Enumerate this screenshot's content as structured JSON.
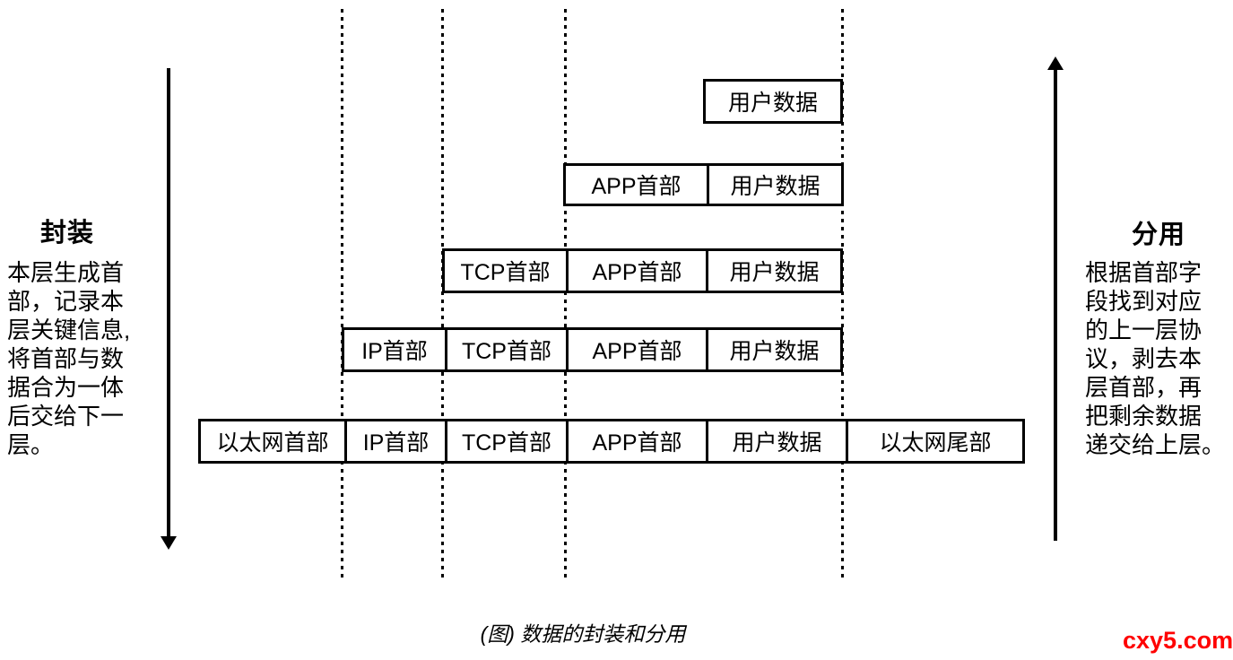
{
  "left_panel": {
    "title": "封装",
    "description": "本层生成首\n部，记录本\n层关键信息,\n将首部与数\n据合为一体\n后交给下一\n层。"
  },
  "right_panel": {
    "title": "分用",
    "description": "根据首部字\n段找到对应\n的上一层协\n议，剥去本\n层首部，再\n把剩余数据\n递交给上层。"
  },
  "layers": {
    "rows": [
      {
        "cells": [
          {
            "label": "用户数据"
          }
        ]
      },
      {
        "cells": [
          {
            "label": "APP首部"
          },
          {
            "label": "用户数据"
          }
        ]
      },
      {
        "cells": [
          {
            "label": "TCP首部"
          },
          {
            "label": "APP首部"
          },
          {
            "label": "用户数据"
          }
        ]
      },
      {
        "cells": [
          {
            "label": "IP首部"
          },
          {
            "label": "TCP首部"
          },
          {
            "label": "APP首部"
          },
          {
            "label": "用户数据"
          }
        ]
      },
      {
        "cells": [
          {
            "label": "以太网首部"
          },
          {
            "label": "IP首部"
          },
          {
            "label": "TCP首部"
          },
          {
            "label": "APP首部"
          },
          {
            "label": "用户数据"
          },
          {
            "label": "以太网尾部"
          }
        ]
      }
    ]
  },
  "caption": "(图) 数据的封装和分用",
  "watermark": "cxy5.com",
  "colors": {
    "ink": "#000000",
    "background": "#FFFFFF",
    "watermark_red": "#FF0000"
  }
}
